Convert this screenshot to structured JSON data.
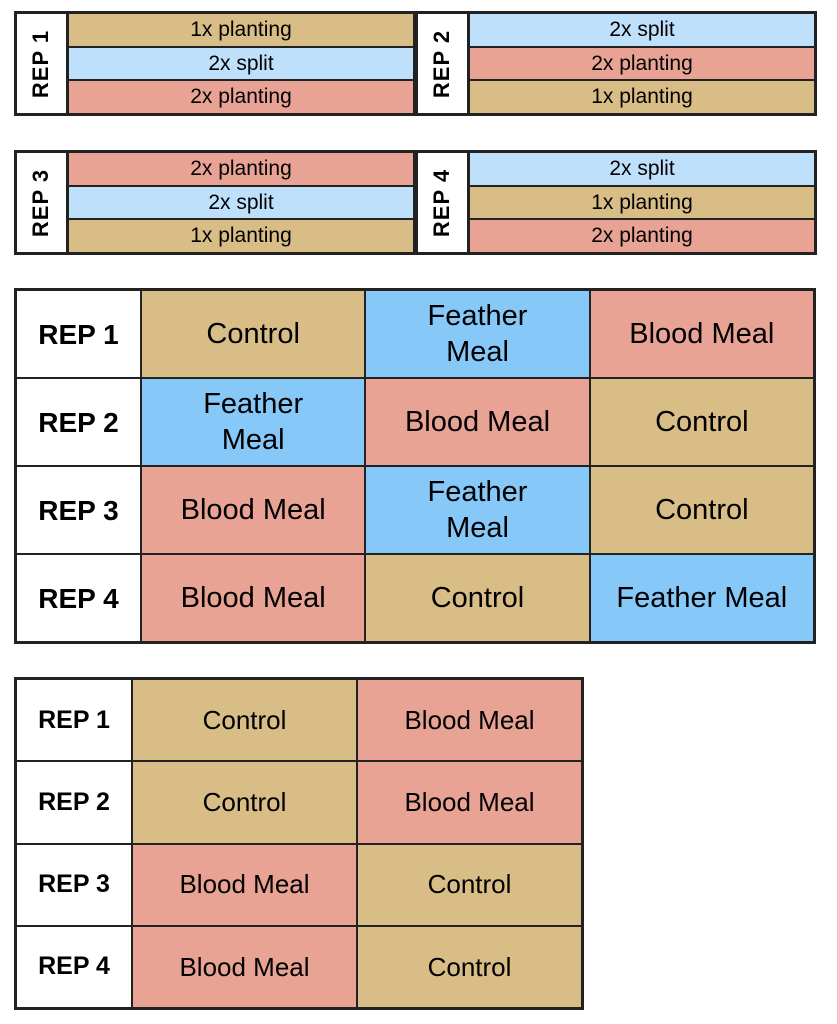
{
  "colors": {
    "control": "#d9bd86",
    "feather_meal": "#86c8f8",
    "blood_meal": "#e8a394",
    "split": "#bfe0fb",
    "border": "#222222"
  },
  "planting_blocks": [
    {
      "label": "REP 1",
      "rows": [
        {
          "text": "1x planting",
          "kind": "control"
        },
        {
          "text": "2x split",
          "kind": "split"
        },
        {
          "text": "2x planting",
          "kind": "blood"
        }
      ]
    },
    {
      "label": "REP 2",
      "rows": [
        {
          "text": "2x split",
          "kind": "split"
        },
        {
          "text": "2x planting",
          "kind": "blood"
        },
        {
          "text": "1x planting",
          "kind": "control"
        }
      ]
    },
    {
      "label": "REP 3",
      "rows": [
        {
          "text": "2x planting",
          "kind": "blood"
        },
        {
          "text": "2x split",
          "kind": "split"
        },
        {
          "text": "1x planting",
          "kind": "control"
        }
      ]
    },
    {
      "label": "REP 4",
      "rows": [
        {
          "text": "2x split",
          "kind": "split"
        },
        {
          "text": "1x planting",
          "kind": "control"
        },
        {
          "text": "2x planting",
          "kind": "blood"
        }
      ]
    }
  ],
  "fertilizer_grid": [
    {
      "label": "REP 1",
      "cells": [
        {
          "text": "Control",
          "kind": "control"
        },
        {
          "text": "Feather\nMeal",
          "kind": "feather"
        },
        {
          "text": "Blood Meal",
          "kind": "blood"
        }
      ]
    },
    {
      "label": "REP 2",
      "cells": [
        {
          "text": "Feather\nMeal",
          "kind": "feather"
        },
        {
          "text": "Blood Meal",
          "kind": "blood"
        },
        {
          "text": "Control",
          "kind": "control"
        }
      ]
    },
    {
      "label": "REP 3",
      "cells": [
        {
          "text": "Blood Meal",
          "kind": "blood"
        },
        {
          "text": "Feather\nMeal",
          "kind": "feather"
        },
        {
          "text": "Control",
          "kind": "control"
        }
      ]
    },
    {
      "label": "REP 4",
      "cells": [
        {
          "text": "Blood Meal",
          "kind": "blood"
        },
        {
          "text": "Control",
          "kind": "control"
        },
        {
          "text": "Feather Meal",
          "kind": "feather"
        }
      ]
    }
  ],
  "blood_meal_grid": [
    {
      "label": "REP 1",
      "cells": [
        {
          "text": "Control",
          "kind": "control"
        },
        {
          "text": "Blood Meal",
          "kind": "blood"
        }
      ]
    },
    {
      "label": "REP 2",
      "cells": [
        {
          "text": "Control",
          "kind": "control"
        },
        {
          "text": "Blood Meal",
          "kind": "blood"
        }
      ]
    },
    {
      "label": "REP 3",
      "cells": [
        {
          "text": "Blood Meal",
          "kind": "blood"
        },
        {
          "text": "Control",
          "kind": "control"
        }
      ]
    },
    {
      "label": "REP 4",
      "cells": [
        {
          "text": "Blood Meal",
          "kind": "blood"
        },
        {
          "text": "Control",
          "kind": "control"
        }
      ]
    }
  ]
}
